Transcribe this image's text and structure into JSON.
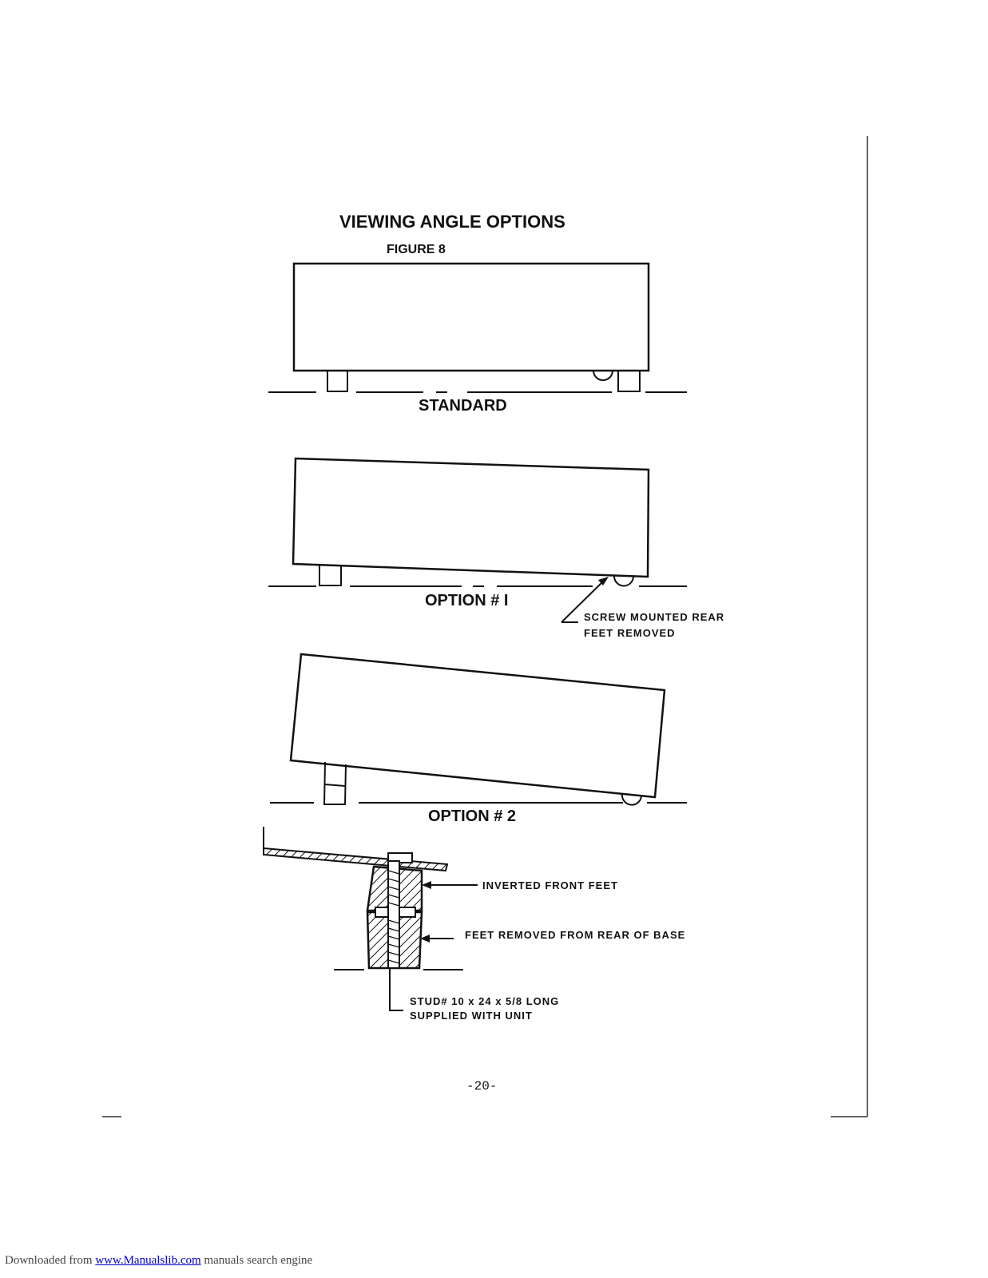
{
  "figure": {
    "title": "VIEWING ANGLE OPTIONS",
    "number": "FIGURE 8"
  },
  "views": {
    "standard": "STANDARD",
    "option1": "OPTION # I",
    "option2": "OPTION # 2"
  },
  "callouts": {
    "screw_line1": "SCREW MOUNTED REAR",
    "screw_line2": "FEET REMOVED",
    "inverted": "INVERTED FRONT FEET",
    "feet_removed": "FEET REMOVED FROM REAR OF BASE",
    "stud_line1": "STUD# 10 x 24 x 5/8 LONG",
    "stud_line2": "SUPPLIED WITH UNIT"
  },
  "page_number": "-20-",
  "footer": {
    "prefix": "Downloaded from ",
    "link": "www.Manualslib.com",
    "suffix": " manuals search engine"
  }
}
